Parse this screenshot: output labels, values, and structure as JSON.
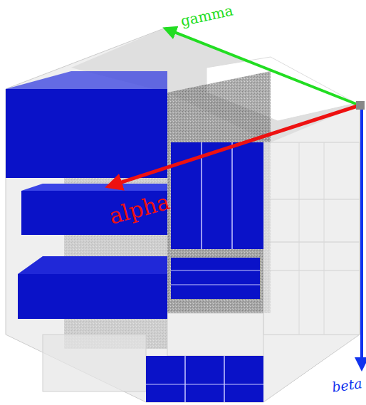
{
  "diagram": {
    "labels": [
      "gamma",
      "alpha",
      "beta"
    ]
  }
}
